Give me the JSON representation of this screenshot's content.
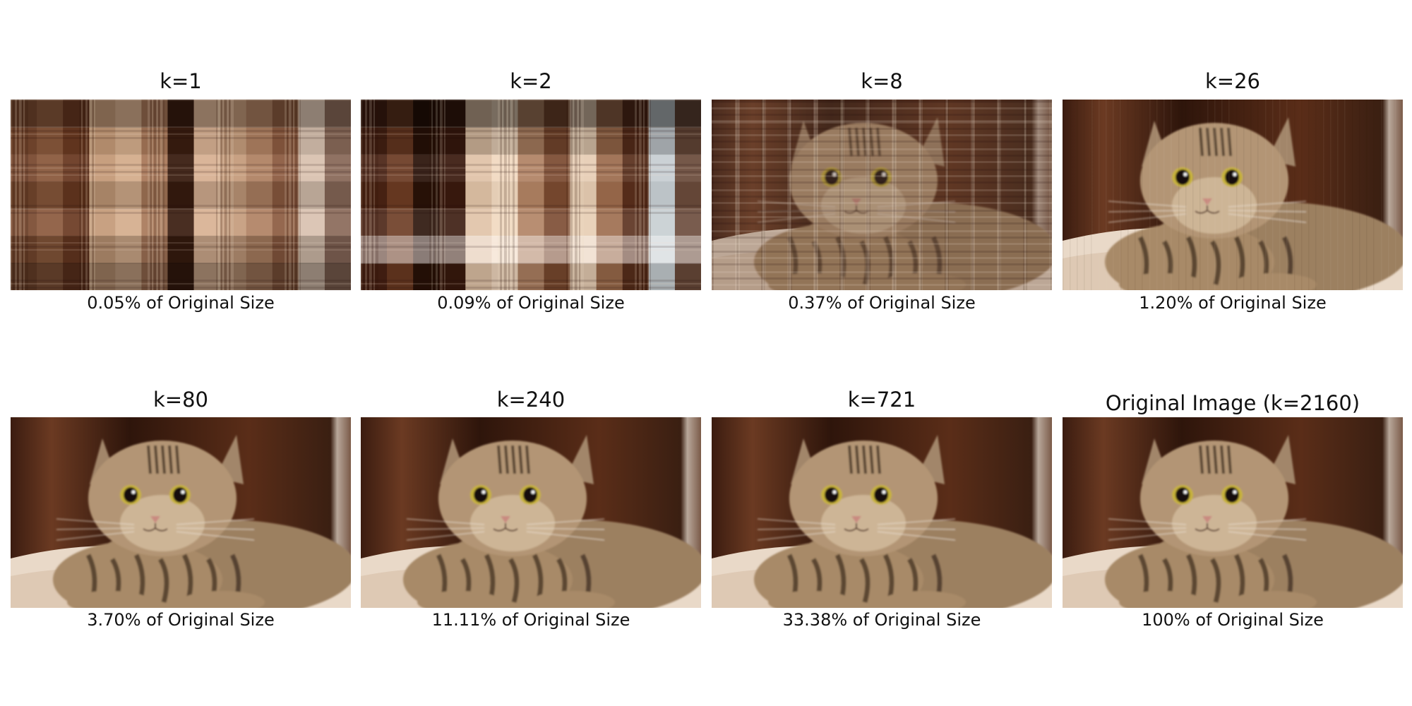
{
  "figure": {
    "panels": [
      {
        "title": "k=1",
        "caption": "0.05% of Original Size",
        "k": 1,
        "fraction_of_original": 0.0005
      },
      {
        "title": "k=2",
        "caption": "0.09% of Original Size",
        "k": 2,
        "fraction_of_original": 0.0009
      },
      {
        "title": "k=8",
        "caption": "0.37% of Original Size",
        "k": 8,
        "fraction_of_original": 0.0037
      },
      {
        "title": "k=26",
        "caption": "1.20% of Original Size",
        "k": 26,
        "fraction_of_original": 0.012
      },
      {
        "title": "k=80",
        "caption": "3.70% of Original Size",
        "k": 80,
        "fraction_of_original": 0.037
      },
      {
        "title": "k=240",
        "caption": "11.11% of Original Size",
        "k": 240,
        "fraction_of_original": 0.1111
      },
      {
        "title": "k=721",
        "caption": "33.38% of Original Size",
        "k": 721,
        "fraction_of_original": 0.3338
      },
      {
        "title": "Original Image (k=2160)",
        "caption": "100% of Original Size",
        "k": 2160,
        "fraction_of_original": 1.0
      }
    ],
    "colors": {
      "background": "#ffffff",
      "text": "#111111",
      "backdrop_dark": "#3a1f12",
      "backdrop_mid": "#6b3a22",
      "cat_fur": "#a88a68",
      "cat_stripes": "#3b2a1c",
      "blanket": "#e9d9c8",
      "eye": "#c7b23a"
    }
  }
}
